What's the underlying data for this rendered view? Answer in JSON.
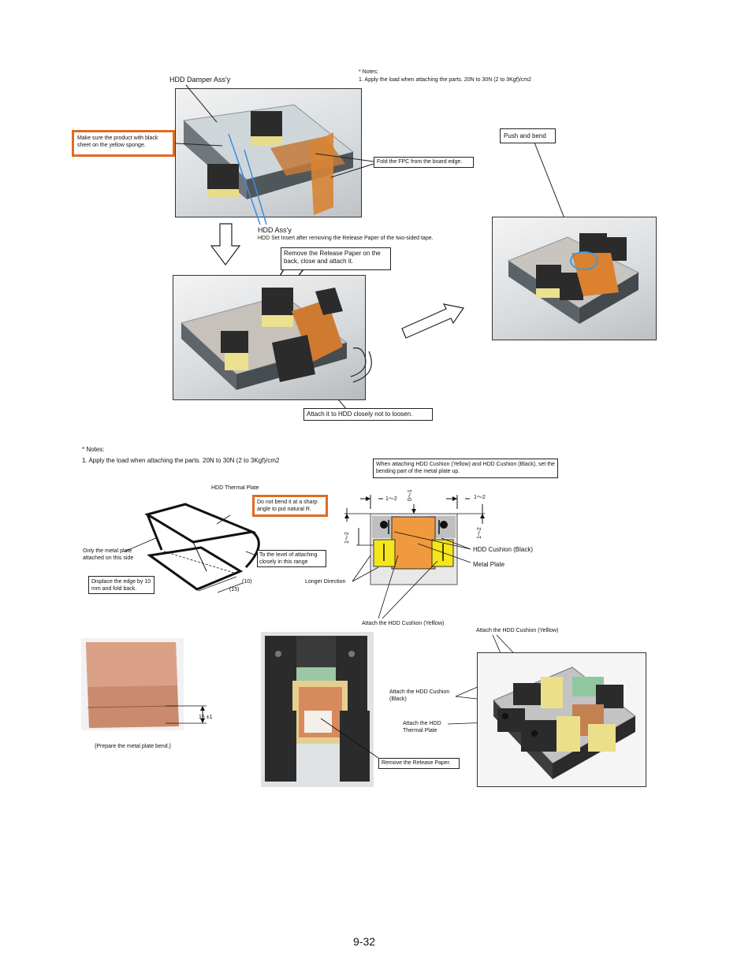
{
  "top": {
    "notes_title": "* Notes:",
    "notes_line": "1. Apply the load when attaching the parts. 20N to 30N (2 to 3Kgf)/cm2",
    "damper_label": "HDD Damper Ass'y",
    "make_sure": "Make sure the product with black sheet on the yellow sponge.",
    "fold_fpc": "Fold the FPC from the board edge.",
    "hdd_assy": "HDD Ass'y",
    "hdd_set_insert": "HDD Set Insert after removing the Release Paper of the two-sided tape.",
    "remove_release": "Remove the Release Paper on the back, close and attach it.",
    "attach_closely": "Attach it to HDD closely not to loosen.",
    "push_bend": "Push and bend"
  },
  "middle": {
    "notes_title": "* Notes:",
    "notes_line": "1. Apply the load when attaching the parts. 20N to 30N (2 to 3Kgf)/cm2",
    "thermal_plate": "HDD Thermal Plate",
    "do_not_bend": "Do not bend it at a sharp angle to put natural R.",
    "only_metal": "Only the metal plate attached on this side",
    "to_level": "To the level of attaching closely in this range",
    "displace": "Displace the edge by 10 mm and fold back.",
    "dim_10": "(10)",
    "dim_15": "(15)",
    "when_attaching": "When attaching HDD Cushion (Yellow) and HDD Cushion (Black), set the bending part of the metal plate up.",
    "dim_1_2_left": "1～2",
    "dim_0_1": "0～1",
    "dim_1_2_right": "1～2",
    "dim_1_2_vert_left": "1～2",
    "dim_1_2_vert_right": "1～2",
    "hdd_cushion_black": "HDD Cushion (Black)",
    "metal_plate": "Metal Plate",
    "longer_direction": "Longer Direction",
    "attach_yellow": "Attach the HDD Cushion (Yelllow)"
  },
  "bottom": {
    "dim_15": "15 ±1",
    "prepare": "Prepare the metal plate bend.",
    "attach_yellow": "Attach the HDD Cushion (Yelllow)",
    "attach_black": "Attach the HDD Cushion (Black)",
    "attach_thermal": "Attach the HDD Thermal Plate",
    "remove_release": "Remove the Release Paper."
  },
  "page_number": "9-32"
}
